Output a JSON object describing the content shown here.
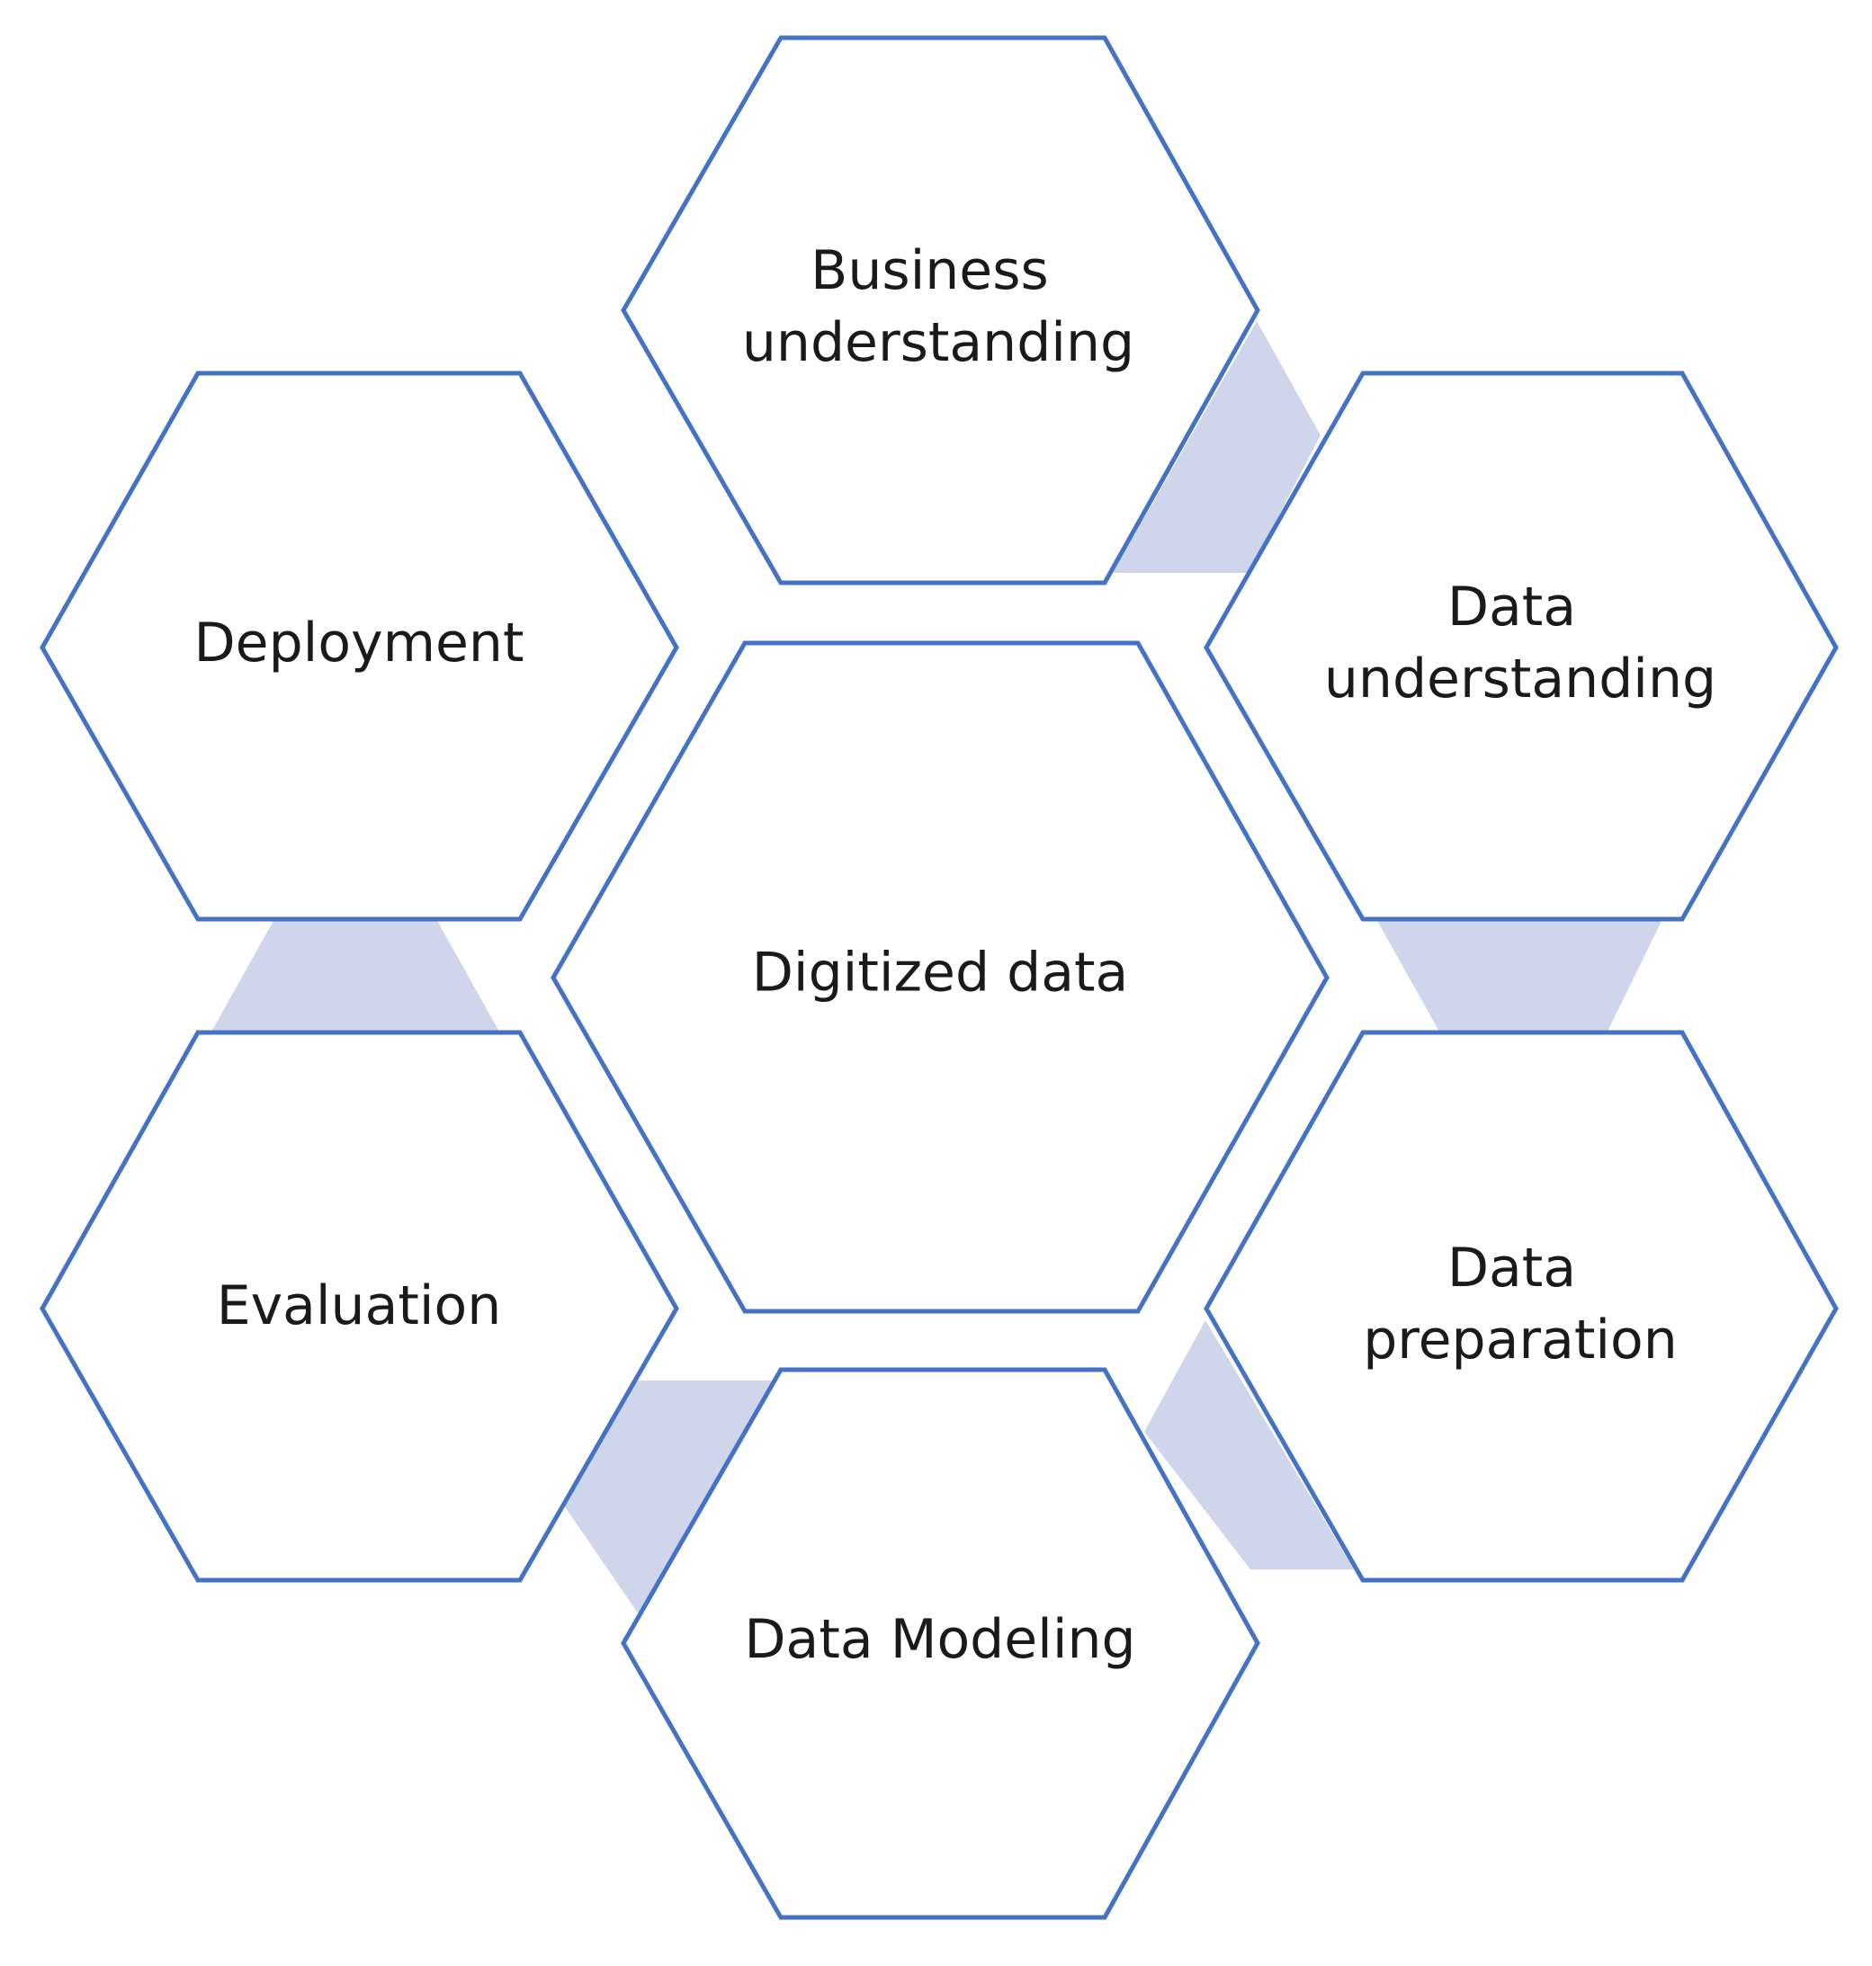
{
  "diagram": {
    "center": {
      "label": "Digitized data"
    },
    "stages": [
      {
        "id": "business-understanding",
        "lines": [
          "Business",
          "understanding"
        ]
      },
      {
        "id": "data-understanding",
        "lines": [
          "Data",
          "understanding"
        ]
      },
      {
        "id": "data-preparation",
        "lines": [
          "Data",
          "preparation"
        ]
      },
      {
        "id": "data-modeling",
        "lines": [
          "Data Modeling"
        ]
      },
      {
        "id": "evaluation",
        "lines": [
          "Evaluation"
        ]
      },
      {
        "id": "deployment",
        "lines": [
          "Deployment"
        ]
      }
    ],
    "colors": {
      "hex_stroke": "#4472C4",
      "hex_fill": "#FFFFFF",
      "connector_fill": "#CFD5EA",
      "text": "#1A1A1A"
    }
  }
}
